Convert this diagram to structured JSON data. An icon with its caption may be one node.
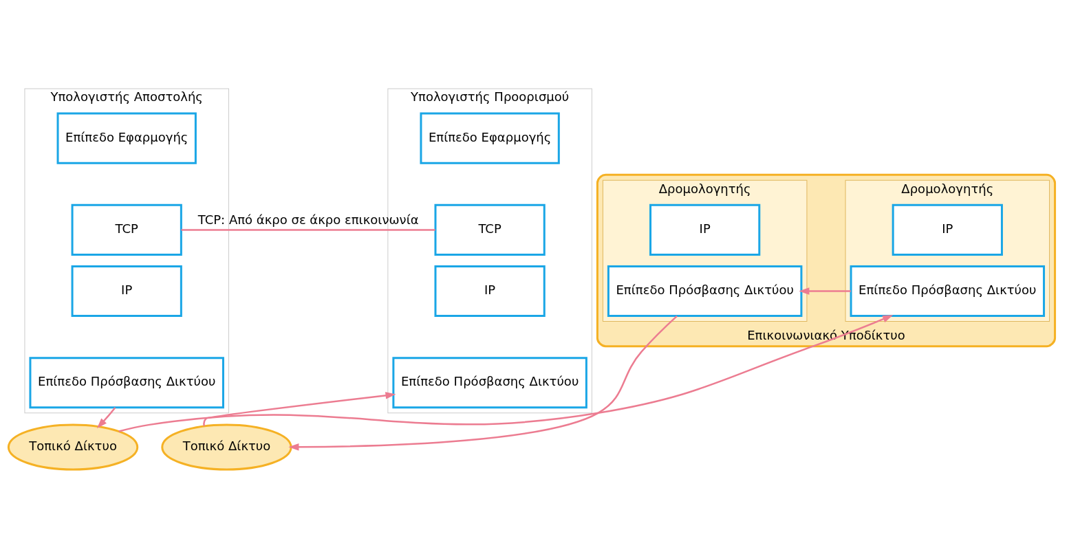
{
  "diagram": {
    "nodes": [
      {
        "text": [
          "Υπολογιστής Αποστολής"
        ]
      },
      {
        "text": [
          "Επίπεδο Εφαρμογής"
        ],
        "in": 0
      },
      {
        "text": [
          "TCP"
        ],
        "in": 0
      },
      {
        "text": [
          "IP"
        ],
        "in": 0
      },
      {
        "text": [
          "Επίπεδο Πρόσβασης Δικτύου"
        ],
        "in": 0
      },
      {
        "text": [
          "Επικοινωνιακό Υποδίκτυο"
        ]
      },
      {
        "text": [
          "Δρομολογητής"
        ],
        "in": 5
      },
      {
        "text": [
          "IP"
        ],
        "in": 6
      },
      {
        "text": [
          "Επίπεδο Πρόσβασης Δικτύου"
        ],
        "in": 6
      },
      {
        "text": [
          "Δρομολογητής"
        ],
        "in": 5
      },
      {
        "text": [
          "IP"
        ],
        "in": 9
      },
      {
        "text": [
          "Επίπεδο Πρόσβασης Δικτύου"
        ],
        "in": 9
      },
      {
        "text": [
          "Υπολογιστής Προορισμού"
        ]
      },
      {
        "text": [
          "Επίπεδο Εφαρμογής"
        ],
        "in": 12
      },
      {
        "text": [
          "TCP"
        ],
        "in": 12
      },
      {
        "text": [
          "IP"
        ],
        "in": 12
      },
      {
        "text": [
          "Επίπεδο Πρόσβασης Δικτύου"
        ],
        "in": 12
      },
      {
        "text": [
          "Τοπικό Δίκτυο"
        ]
      },
      {
        "text": [
          "Τοπικό Δίκτυο"
        ]
      }
    ],
    "edges": [
      {
        "from": 4,
        "to": 17,
        "arrow": "to"
      },
      {
        "from": 17,
        "to": 8,
        "arrow": "to"
      },
      {
        "from": 8,
        "to": 11,
        "arrow": "to"
      },
      {
        "from": 11,
        "to": 18,
        "arrow": "to"
      },
      {
        "from": 18,
        "to": 16,
        "arrow": "to"
      },
      {
        "from": 2,
        "to": 14,
        "arrow": "none",
        "label": "TCP: Από άκρο σε άκρο επικοινωνία"
      }
    ]
  }
}
